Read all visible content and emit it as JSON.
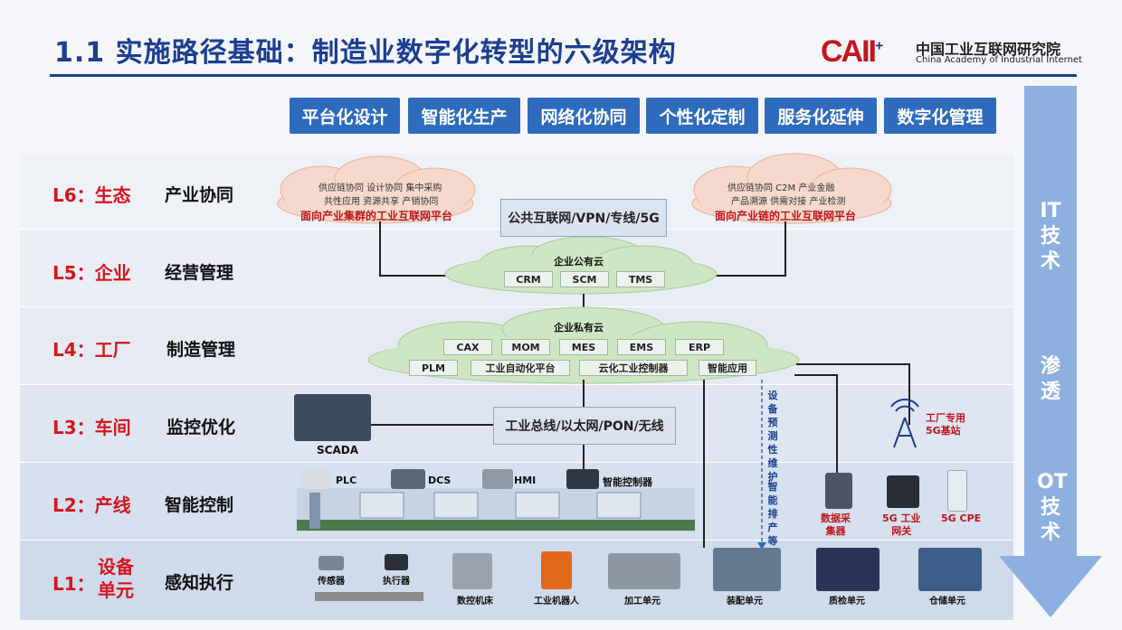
{
  "title": "1.1 实施路径基础：制造业数字化转型的六级架构",
  "logo": {
    "mark": "CAII",
    "plus": "+",
    "cn": "中国工业互联网研究院",
    "en": "China Academy of Industrial Internet"
  },
  "features": [
    "平台化设计",
    "智能化生产",
    "网络化协同",
    "个性化定制",
    "服务化延伸",
    "数字化管理"
  ],
  "levels": [
    {
      "code": "L6：",
      "name": "生态",
      "desc": "产业协同"
    },
    {
      "code": "L5：",
      "name": "企业",
      "desc": "经营管理"
    },
    {
      "code": "L4：",
      "name": "工厂",
      "desc": "制造管理"
    },
    {
      "code": "L3：",
      "name": "车间",
      "desc": "监控优化"
    },
    {
      "code": "L2：",
      "name": "产线",
      "desc": "智能控制"
    },
    {
      "code": "L1：",
      "name": "设备单元",
      "name_line1": "设备",
      "name_line2": "单元",
      "desc": "感知执行"
    }
  ],
  "cloud_left": {
    "line1": "供应链协同  设计协同  集中采购",
    "line2": "共性应用  资源共享  产销协同",
    "caption": "面向产业集群的工业互联网平台"
  },
  "cloud_right": {
    "line1": "供应链协同    C2M    产业金融",
    "line2": "产品溯源  供需对接  产业检测",
    "caption": "面向产业链的工业互联网平台"
  },
  "public_net": "公共互联网/VPN/专线/5G",
  "public_cloud": {
    "title": "企业公有云",
    "items": [
      "CRM",
      "SCM",
      "TMS"
    ]
  },
  "private_cloud": {
    "title": "企业私有云",
    "row1": [
      "CAX",
      "MOM",
      "MES",
      "EMS",
      "ERP"
    ],
    "row2": [
      "PLM",
      "工业自动化平台",
      "云化工业控制器",
      "智能应用"
    ]
  },
  "scada": "SCADA",
  "bus": "工业总线/以太网/PON/无线",
  "devices_l2": [
    "PLC",
    "DCS",
    "HMI",
    "智能控制器"
  ],
  "predictive": "设备预测性维护",
  "smart_schedule": "智能排产等",
  "base_station": {
    "line1": "工厂专用",
    "line2": "5G基站"
  },
  "collector": {
    "line1": "数据采",
    "line2": "集器"
  },
  "gateway": {
    "line1": "5G 工业",
    "line2": "网关"
  },
  "cpe": "5G  CPE",
  "l1_items": [
    "传感器",
    "执行器",
    "数控机床",
    "工业机器人",
    "加工单元",
    "装配单元",
    "质检单元",
    "仓储单元"
  ],
  "side": {
    "top": "IT技术",
    "middle": "渗透",
    "bottom": "OT技术"
  },
  "colors": {
    "title": "#1b3f8f",
    "accent_red": "#d4161e",
    "feature_blue": "#2e6bbd",
    "arrow_blue": "#7ea2d6"
  }
}
